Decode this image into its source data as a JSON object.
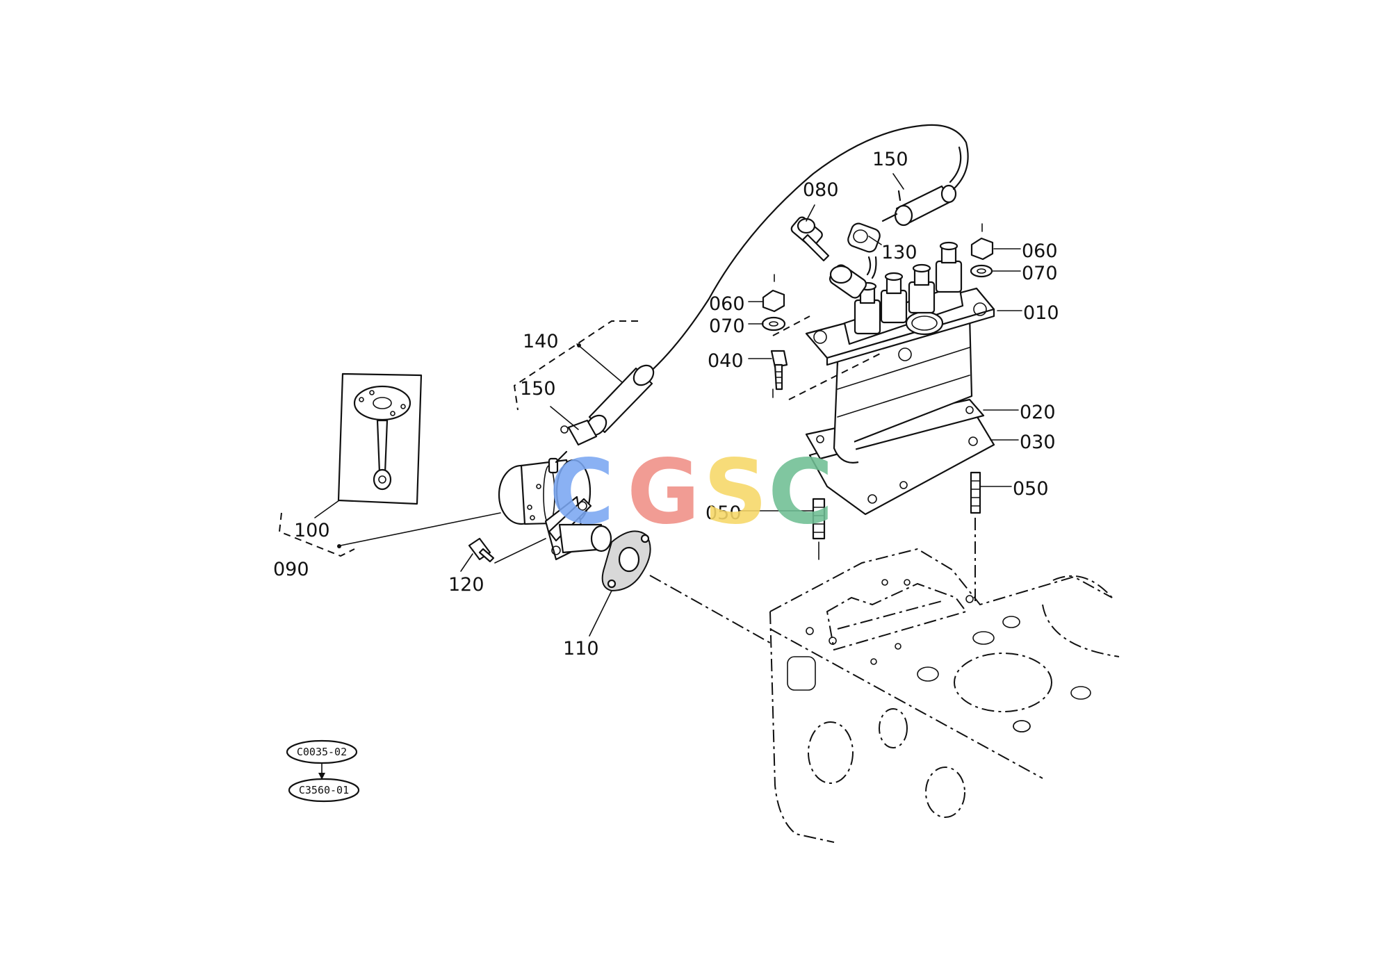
{
  "parts": {
    "p150_top": "150",
    "p080": "080",
    "p130": "130",
    "p060_right": "060",
    "p070_right": "070",
    "p010": "010",
    "p060_left": "060",
    "p070_left": "070",
    "p040": "040",
    "p020": "020",
    "p030": "030",
    "p050_right": "050",
    "p050_left": "050",
    "p140": "140",
    "p150_left": "150",
    "p100": "100",
    "p090": "090",
    "p120": "120",
    "p110": "110"
  },
  "references": {
    "ref_top": "C0035-02",
    "ref_bottom": "C3560-01"
  },
  "watermark": {
    "c1": "C",
    "g": "G",
    "s": "S",
    "c2": "C",
    "colors": {
      "c1": "#7aa7f2",
      "g": "#f08f86",
      "s": "#f7d867",
      "c2": "#6fbf94"
    }
  }
}
